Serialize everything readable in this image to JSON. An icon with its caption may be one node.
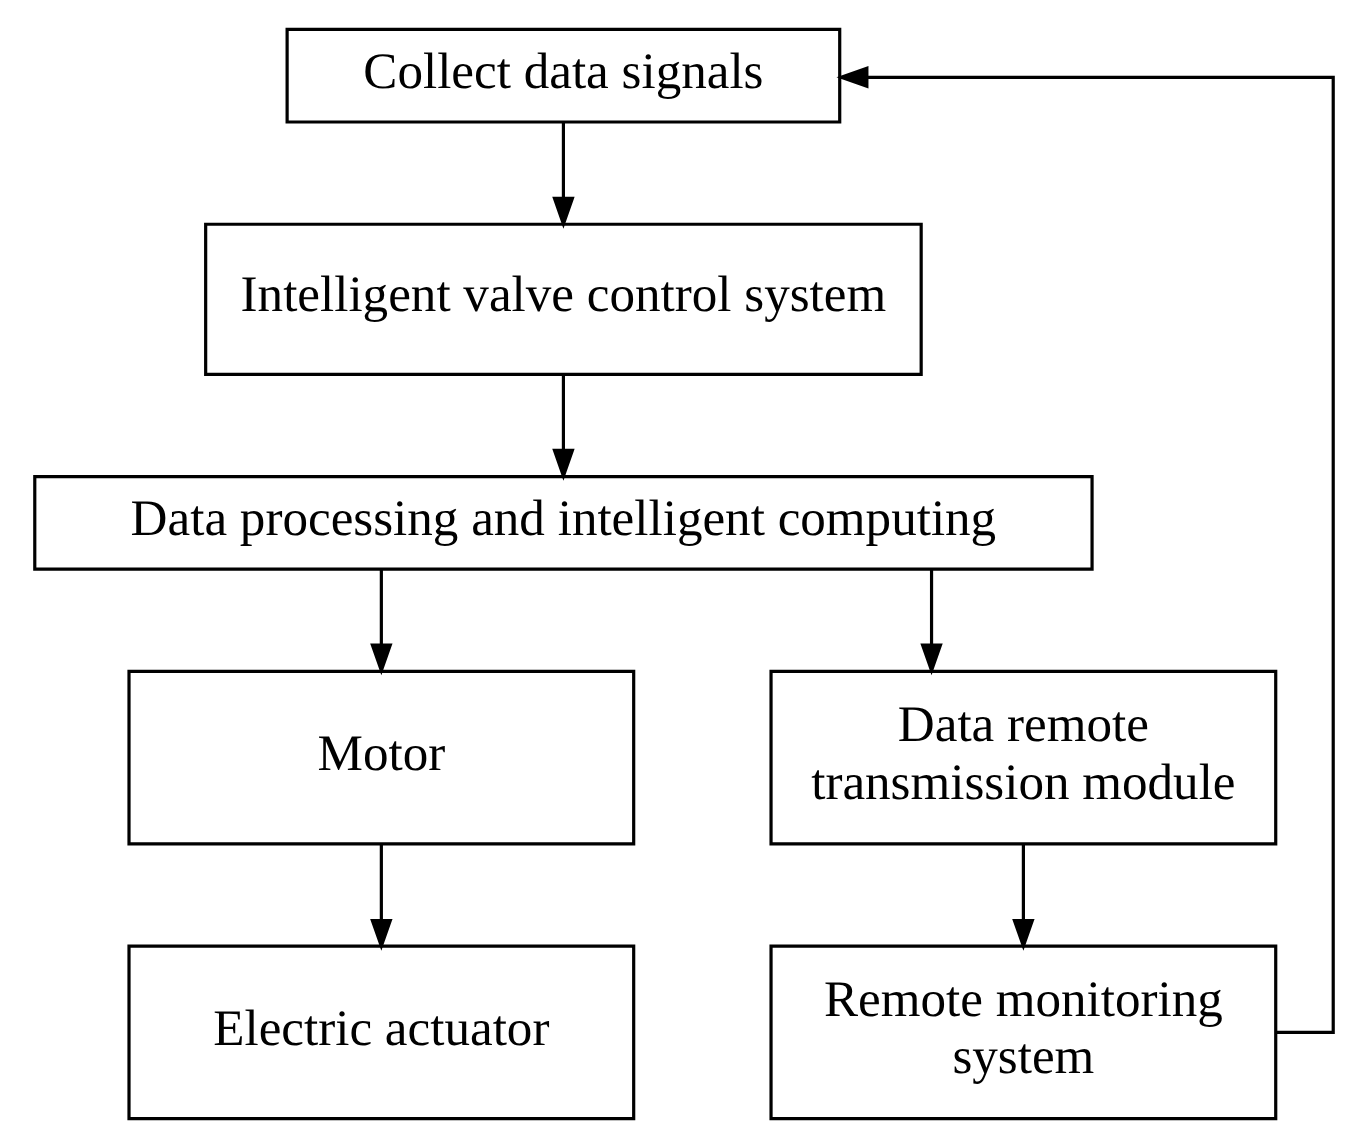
{
  "diagram": {
    "nodes": [
      {
        "text": [
          "Collect data signals"
        ]
      },
      {
        "text": [
          "Intelligent valve control system"
        ]
      },
      {
        "text": [
          "Data processing and intelligent computing"
        ]
      },
      {
        "text": [
          "Motor"
        ]
      },
      {
        "text": [
          "Data remote transmission module"
        ]
      },
      {
        "text": [
          "Electric actuator"
        ]
      },
      {
        "text": [
          "Remote monitoring system"
        ]
      }
    ],
    "edges": [
      {
        "from": 0,
        "to": 1,
        "arrow": "to"
      },
      {
        "from": 1,
        "to": 2,
        "arrow": "to"
      },
      {
        "from": 2,
        "to": 3,
        "arrow": "to"
      },
      {
        "from": 2,
        "to": 4,
        "arrow": "to"
      },
      {
        "from": 3,
        "to": 5,
        "arrow": "to"
      },
      {
        "from": 4,
        "to": 6,
        "arrow": "to"
      },
      {
        "from": 6,
        "to": 0,
        "arrow": "to"
      }
    ]
  }
}
